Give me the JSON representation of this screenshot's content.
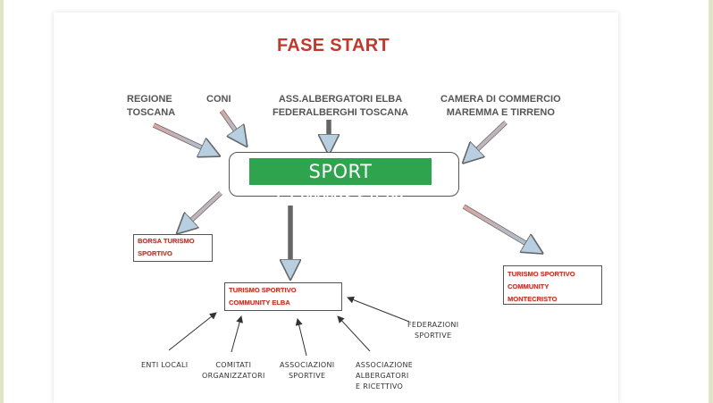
{
  "title": "FASE START",
  "sources": {
    "regione_line1": "REGIONE",
    "regione_line2": "TOSCANA",
    "coni": "CONI",
    "ass_line1": "ASS.ALBERGATORI ELBA",
    "ass_line2": "FEDERALBERGHI TOSCANA",
    "camera_line1": "CAMERA DI COMMERCIO",
    "camera_line2": "MAREMMA E TIRRENO"
  },
  "center": {
    "label": "SPORT COMMISSION",
    "highlight_color": "#2ea44f"
  },
  "outputs": {
    "borsa_line1": "BORSA TURISMO",
    "borsa_line2": "SPORTIVO",
    "elba_line1": "TURISMO SPORTIVO",
    "elba_line2": "COMMUNITY ELBA",
    "monte_line1": "TURISMO SPORTIVO",
    "monte_line2": "COMMUNITY",
    "monte_line3": "MONTECRISTO"
  },
  "actors": {
    "enti": "ENTI LOCALI",
    "comitati_line1": "COMITATI",
    "comitati_line2": "ORGANIZZATORI",
    "associazioni_line1": "ASSOCIAZIONI",
    "associazioni_line2": "SPORTIVE",
    "albergatori_line1": "ASSOCIAZIONE",
    "albergatori_line2": "ALBERGATORI",
    "albergatori_line3": "E RICETTIVO",
    "federazioni_line1": "FEDERAZIONI",
    "federazioni_line2": "SPORTIVE"
  },
  "colors": {
    "title": "#c0392b",
    "arrow_fill": "#d9a5a0",
    "arrow_head": "#a9c4d8"
  }
}
